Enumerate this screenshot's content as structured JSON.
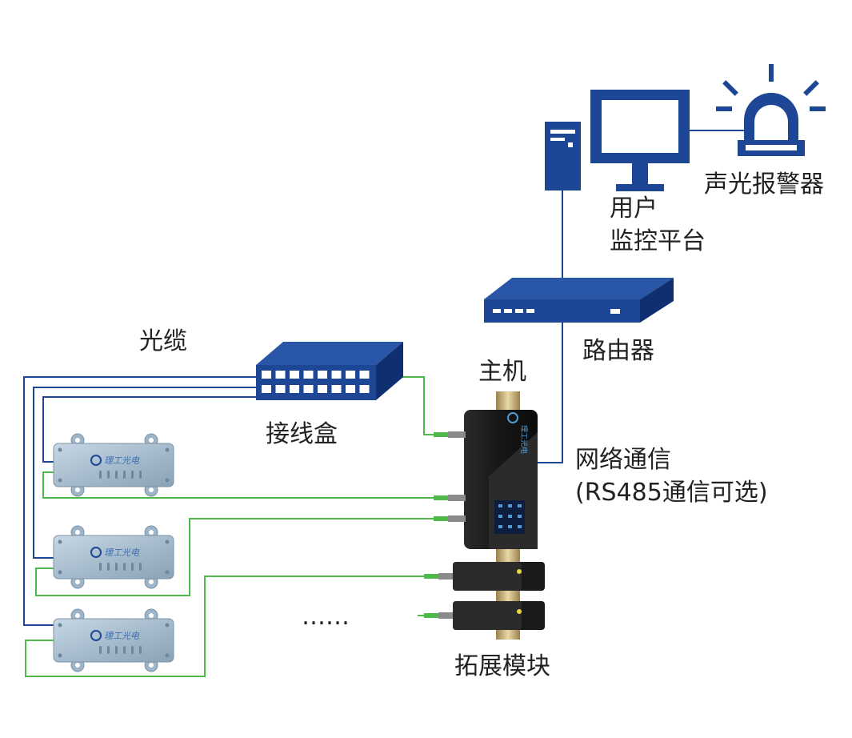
{
  "labels": {
    "alarm": "声光报警器",
    "platform_line1": "用户",
    "platform_line2": "监控平台",
    "router": "路由器",
    "host": "主机",
    "cable": "光缆",
    "junction_box": "接线盒",
    "network_line1": "网络通信",
    "network_line2": "(RS485通信可选)",
    "ellipsis": "……",
    "expansion": "拓展模块"
  },
  "sensor_brand": "理工光电",
  "host_brand": "理工光电",
  "colors": {
    "device_blue": "#1d4794",
    "device_blue_dark": "#0f2f70",
    "fiber_green": "#4fb84a",
    "network_blue": "#1d4794",
    "sensor_metal": "#a9bfd1",
    "host_black": "#1a1a1a"
  },
  "icons": {
    "pc_tower": "server-tower-icon",
    "monitor": "monitor-icon",
    "alarm": "siren-icon",
    "router": "router-icon",
    "junction_box": "patch-panel-icon",
    "host": "host-device-icon",
    "sensor": "sensor-module-icon",
    "expansion": "expansion-module-icon"
  }
}
